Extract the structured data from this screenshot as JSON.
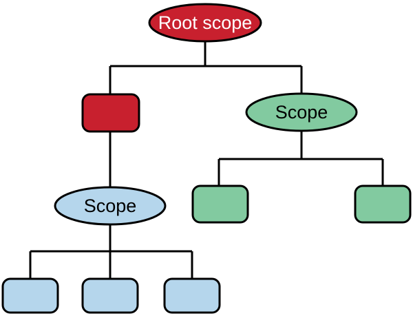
{
  "colors": {
    "red": "#c8202e",
    "green": "#82caa0",
    "blue": "#b5d6ec",
    "stroke": "#000000",
    "label_on_red": "#ffffff",
    "label_on_light": "#000000"
  },
  "nodes": {
    "root_scope": {
      "label": "Root scope",
      "shape": "ellipse",
      "color": "red"
    },
    "red_block": {
      "label": "",
      "shape": "rounded-rect",
      "color": "red"
    },
    "green_scope": {
      "label": "Scope",
      "shape": "ellipse",
      "color": "green"
    },
    "blue_scope": {
      "label": "Scope",
      "shape": "ellipse",
      "color": "blue"
    },
    "green_block_1": {
      "label": "",
      "shape": "rounded-rect",
      "color": "green"
    },
    "green_block_2": {
      "label": "",
      "shape": "rounded-rect",
      "color": "green"
    },
    "blue_block_1": {
      "label": "",
      "shape": "rounded-rect",
      "color": "blue"
    },
    "blue_block_2": {
      "label": "",
      "shape": "rounded-rect",
      "color": "blue"
    },
    "blue_block_3": {
      "label": "",
      "shape": "rounded-rect",
      "color": "blue"
    }
  },
  "edges": [
    {
      "from": "root_scope",
      "to": "red_block"
    },
    {
      "from": "root_scope",
      "to": "green_scope"
    },
    {
      "from": "red_block",
      "to": "blue_scope"
    },
    {
      "from": "green_scope",
      "to": "green_block_1"
    },
    {
      "from": "green_scope",
      "to": "green_block_2"
    },
    {
      "from": "blue_scope",
      "to": "blue_block_1"
    },
    {
      "from": "blue_scope",
      "to": "blue_block_2"
    },
    {
      "from": "blue_scope",
      "to": "blue_block_3"
    }
  ]
}
